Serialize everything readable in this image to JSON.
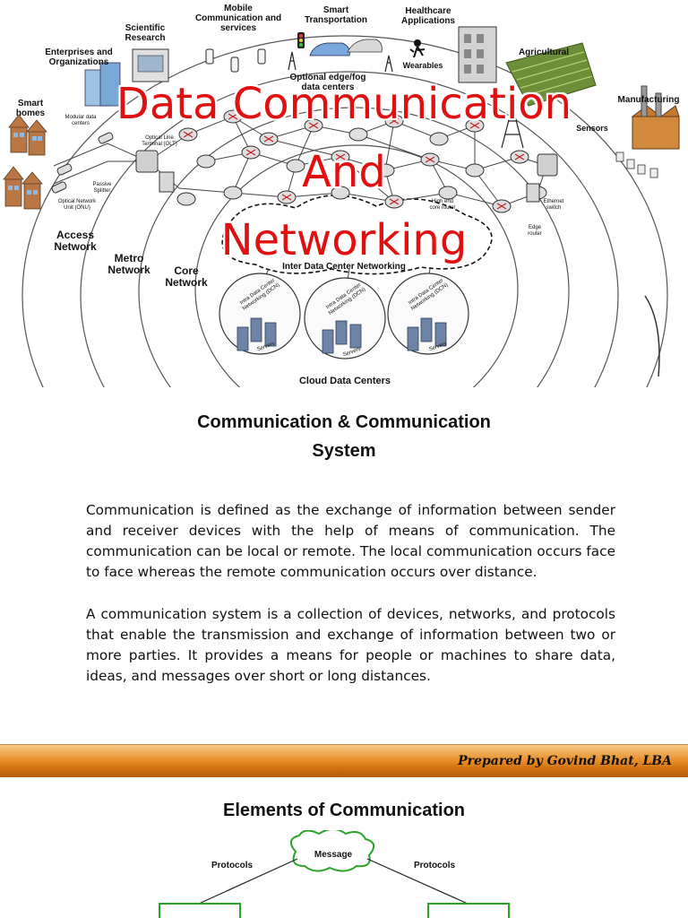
{
  "hero": {
    "overlay_title": [
      "Data Communication",
      "And",
      "Networking"
    ],
    "labels": {
      "mobile": "Mobile\nCommunication and\nservices",
      "smart_transport": "Smart\nTransportation",
      "healthcare": "Healthcare\nApplications",
      "scientific": "Scientific\nResearch",
      "enterprises": "Enterprises and\nOrganizations",
      "agricultural": "Agricultural",
      "smart_homes": "Smart\nhomes",
      "wearables": "Wearables",
      "fog": "Optional edge/fog\ndata centers",
      "manufacturing": "Manufacturing",
      "sensors": "Sensors",
      "modular": "Modular data\ncenters",
      "olt": "Optical Line\nTerminal (OLT)",
      "splitter": "Passive\nSplitter",
      "onu": "Optical Network\nUnit (ONU)",
      "high_end": "High end\ncore router",
      "ethernet": "Ethernet\nswitch",
      "edge_router": "Edge\nrouter",
      "access": "Access\nNetwork",
      "metro": "Metro\nNetwork",
      "core": "Core\nNetwork",
      "inter_dc": "Inter Data Center Networking",
      "intra_dc": "Intra Data Center\nNetworking (DCN)",
      "servers": "Servers",
      "cloud": "Cloud Data Centers"
    }
  },
  "section1": {
    "title_line1": "Communication & Communication",
    "title_line2": "System",
    "paragraph1": "Communication is defined as the exchange of information between sender and receiver devices with the help of means of communication. The communication can be local or remote. The local communication occurs face to face whereas the remote communication occurs over distance.",
    "paragraph2": "A communication system is a collection of devices, networks, and protocols that enable the transmission and exchange of information between two or more parties. It provides a means for people or machines to share data, ideas, and messages over short or long distances."
  },
  "footer_bar": {
    "credit": "Prepared by Govind Bhat, LBA"
  },
  "section2": {
    "title": "Elements of Communication",
    "cloud_label": "Message",
    "left_label": "Protocols",
    "right_label": "Protocols"
  }
}
